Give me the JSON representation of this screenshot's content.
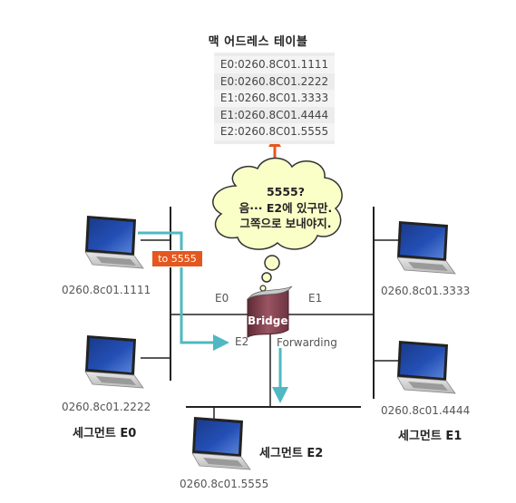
{
  "mac_table": {
    "title": "맥 어드레스 테이블",
    "entries": [
      "E0:0260.8C01.1111",
      "E0:0260.8C01.2222",
      "E1:0260.8C01.3333",
      "E1:0260.8C01.4444",
      "E2:0260.8C01.5555"
    ]
  },
  "bubble": {
    "line1": "5555?",
    "line2": "음··· E2에 있구만.",
    "line3": "그쪽으로 보내야지."
  },
  "bridge": {
    "label": "Bridge",
    "port_e0": "E0",
    "port_e1": "E1",
    "port_e2": "E2",
    "action": "Forwarding"
  },
  "frame": {
    "label": "to 5555"
  },
  "hosts": {
    "h1111": "0260.8c01.1111",
    "h2222": "0260.8c01.2222",
    "h3333": "0260.8c01.3333",
    "h4444": "0260.8c01.4444",
    "h5555": "0260.8c01.5555"
  },
  "segments": {
    "e0": "세그먼트 E0",
    "e1": "세그먼트 E1",
    "e2": "세그먼트 E2"
  },
  "colors": {
    "teal": "#4fb8c2",
    "orange": "#e4581f",
    "line": "#222222",
    "bridge": "#8b4a57"
  }
}
